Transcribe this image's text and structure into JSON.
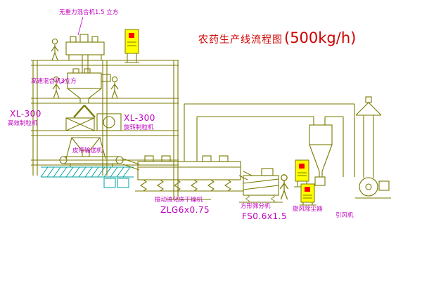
{
  "title": {
    "main": "农药生产线流程图",
    "capacity": "(500kg/h)"
  },
  "labels": {
    "gravity_mixer": "无重力混合机1.5 立方",
    "high_speed_mixer": "高速混合机3立方",
    "left_granulator": {
      "model": "XL-300",
      "name": "高效制粒机"
    },
    "mid_granulator": {
      "model": "XL-300",
      "name": "旋转制粒机"
    },
    "belt_conveyor": "皮带输送机",
    "dryer": {
      "name": "振动流化床干燥机",
      "model": "ZLG6x0.75"
    },
    "sieve": {
      "name": "方形筛分机",
      "model": "FS0.6x1.5"
    },
    "cyclone": "旋风除尘器",
    "fan": "引风机"
  },
  "colors": {
    "line": "#7a7a00",
    "accent": "#00a0a0",
    "label": "#c000c0",
    "title": "#d00000",
    "cabinet_fill": "#ffff00",
    "indicator": "#ff0000"
  }
}
